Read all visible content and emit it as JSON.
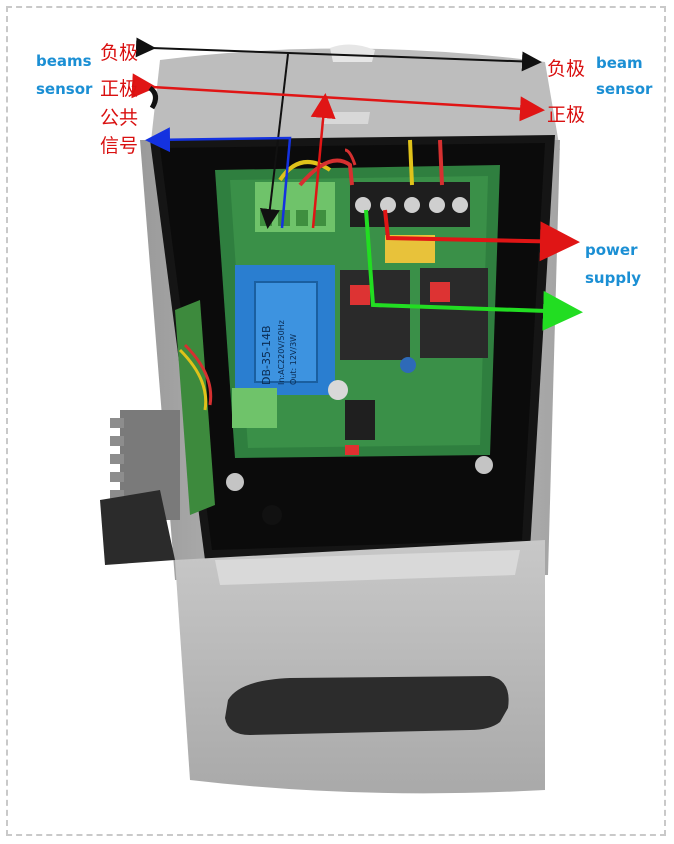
{
  "left_labels": {
    "sensor_top": "beams",
    "sensor_bottom": "sensor",
    "negative": "负极",
    "positive": "正极",
    "common": "公共",
    "signal": "信号"
  },
  "right_labels": {
    "negative": "负极",
    "positive": "正极",
    "sensor_top": "beam",
    "sensor_bottom": "sensor"
  },
  "power_label": {
    "line1": "power",
    "line2": "supply"
  },
  "component_text": {
    "transformer_model": "DB-35-14B",
    "transformer_rating": "In:AC220V/50Hz",
    "transformer_output": "Out:  12V/3W"
  },
  "colors": {
    "arrow_black": "#111111",
    "arrow_red": "#e01515",
    "arrow_blue": "#1432e0",
    "arrow_green": "#22dd22",
    "pcb_green": "#2f7f3f",
    "housing_grey": "#b8b8b8",
    "transformer_blue": "#2a7ed0"
  }
}
